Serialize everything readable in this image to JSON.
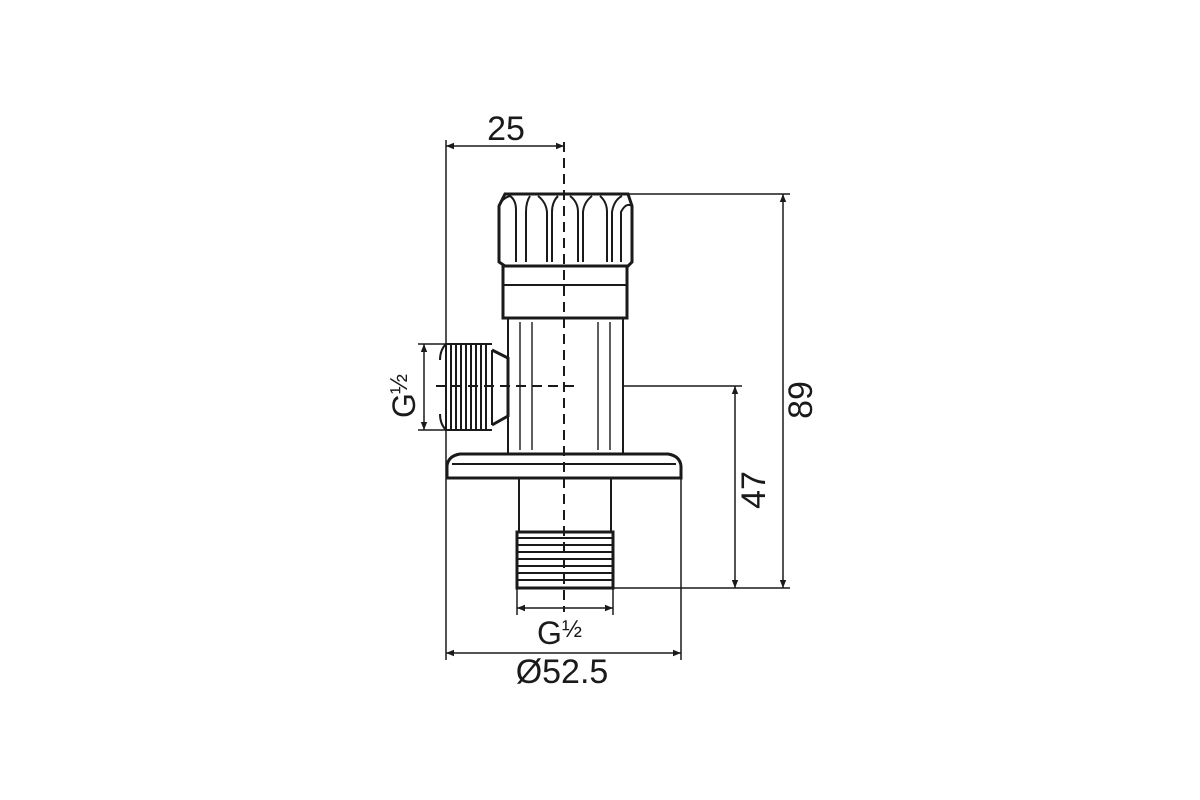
{
  "dimensions": {
    "top_width": "25",
    "side_thread_main": "G",
    "side_thread_frac": "½",
    "outlet_height": "47",
    "total_height": "89",
    "bottom_thread_main": "G",
    "bottom_thread_frac": "½",
    "flange_diameter": "Ø52.5"
  },
  "colors": {
    "line": "#1a1a1a",
    "background": "#ffffff"
  }
}
